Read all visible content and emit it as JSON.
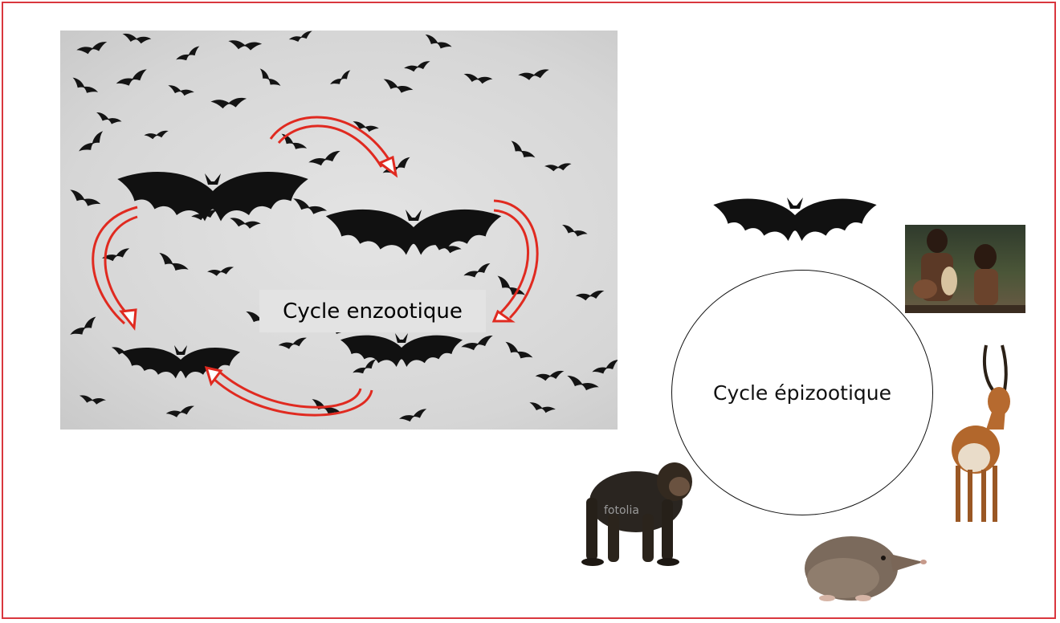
{
  "enzootic": {
    "label": "Cycle enzootique"
  },
  "epizootic": {
    "label": "Cycle épizootique"
  },
  "watermark": "fotolia",
  "colors": {
    "border": "#d9363e",
    "arrow": "#e02a20",
    "silhouette": "#111111"
  },
  "icons": [
    "bat-silhouette-icon",
    "cycle-arrow-icon",
    "people-photo",
    "chimpanzee-image",
    "antelope-image",
    "shrew-image"
  ]
}
